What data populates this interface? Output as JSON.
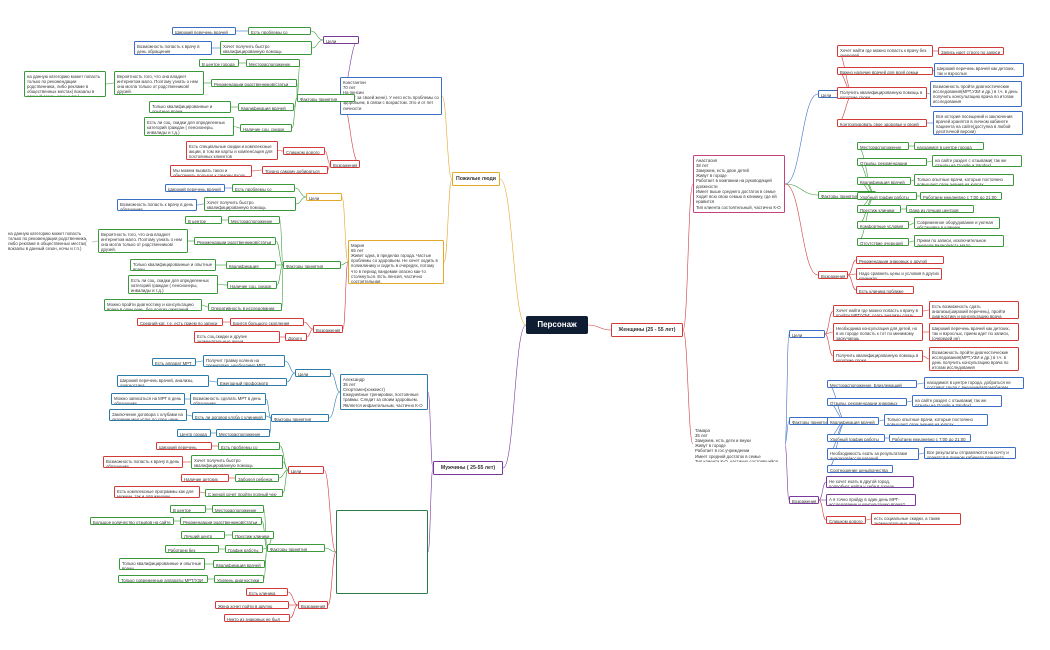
{
  "map": {
    "root": "Персонаж",
    "branches": {
      "elderly": "Пожилые люди",
      "men": "Мужчины ( 25-55 лет)",
      "women": "Женщины (25 - 55 лет)"
    },
    "category": {
      "goal": "Цели обращения",
      "factors": "Факторы принятия решения",
      "objections": "Возражения"
    },
    "konstantin": {
      "card": "Константин\n70 лет\nНа пенсии\nЖивет за своей жене). У него есть проблемы со здоровьем, в связи с возрастом. Это и от лет личности",
      "g1": "Есть проблемы со здоровьем",
      "g1a": "Широкий перечень врачей",
      "g2": "Хочет получить быстро квалифицированную помощь специалистов",
      "g2a": "Возможность попасть к врачу в день обращения",
      "f1": "Месторасположение",
      "f1a": "В центре города",
      "f2": "Рекомендации родственников/статьи",
      "f2a": "Вероятность того, что она владеет интернетом мало. Поэтому узнать о нем она могла только от родственников/друзей.",
      "f2b": "на данную категорию может попасть только по рекомендации родственника, либо рекламе в общественных местах( вокзалы в данный сезон, ночы и т.п.)",
      "f3": "Квалификация врачей",
      "f3a": "Только квалифицированные и опытные врачи",
      "f4": "Наличие соц. скидок",
      "f4a": "Есть ли соц. скидки для определенных категорий граждан ( пенсионеры, инвалиды и т.д.)",
      "o1": "Слишком дорого",
      "o1a": "Есть специальные скидки и комплексные акции, в том же карты и компенсация для постоянных клиентов",
      "o2": "Трудно самому добираться",
      "o2a": "Мы можем вызвать такси и обеспечить подъезд к самому входу"
    },
    "maria": {
      "card": "Мария\n65 лет\nЖивет одна, в пределах города. Частые проблемы со здоровьем. Не хочет ходить в поликлинику и сидеть в очередях, потому что в период пандемии опасно как-то столкнуться. Есть пенсия, частично состоятельная.",
      "g1": "Есть проблемы со здоровьем",
      "g1a": "Широкий перечень врачей",
      "g2": "Хочет получить быстро квалифицированную помощь специалистов",
      "g2a": "Возможность попасть к врачу в день обращения",
      "f1": "Месторасположение",
      "f1a": "В центре города",
      "f2": "Рекомендации родственников/статьи",
      "f2a": "Вероятность того, что она владеет интернетом мало. Поэтому узнать о нем она могла только от родственников/друзей.",
      "f2b": "на данную категорию может попасть только по рекомендации родственника, либо рекламе в общественных местах( вокзалы в данный сезон, ночы и т.п.)",
      "f3": "Квалификация врачей",
      "f3a": "Только квалифицированные и опытные врачи",
      "f4": "Наличие соц. скидок",
      "f4a": "Есть ли соц. скидки для определенных категорий граждан ( пенсионеры, инвалиды и т.д.)",
      "f5": "Оперативность в исследовании",
      "f5a": "Можно пройти диагностику и консультацию врача в один день, без долгих ожиданий",
      "o1": "Боится большого скопления людей",
      "o1a": "Средний кат. т.е. есть прием по записи",
      "o2": "Дорого",
      "o2a": "Есть соц.скидки и другие знаменательные акции"
    },
    "alexander": {
      "card": "Александр\n35 лет\nСпортсмен(хоккеист)\nЕжедневные тренировки, постоянные травмы. Следит за своим здоровьем. Является инфантильным, частично К-О типом",
      "g1": "Получит травму колена на тренировке, необходимо МРТ",
      "g1a": "Есть аппарат МРТ",
      "g2": "Ежегодный профосмотр",
      "g2a": "Широкий перечень врачей, анализы, диагностика",
      "f1": "Возможность сделать МРТ в день обращения",
      "f1a": "Можно записаться на МРТ в день обращения",
      "f2": "Есть ли договор клуба с клиникой",
      "f2a": "Заключение договора с клубами на оказание мед.услуг по спец.цене",
      "f3": "Месторасположение",
      "f3a": "Центр города"
    },
    "man2": {
      "g1": "Есть проблемы со здоровьем",
      "g1a": "Широкий перечень врачей",
      "g2": "Хочет получить быстро квалифицированную помощь специалистов",
      "g2a": "Возможность попасть к врачу в день обращения",
      "g3": "Заболел ребенок",
      "g3a": "Наличие детских врачей",
      "g4": "С женой хочет пройти полный чек-ап",
      "g4a": "Есть комплексные программы как для мужчин, так и для женщин",
      "f1": "Месторасположение",
      "f1a": "В центре города",
      "f2": "Рекомендации родственников/статьи",
      "f2a": "Большое количество отзывов на сайте",
      "f3": "Престиж клиники",
      "f3a": "Лучший центр города",
      "f4": "График работы",
      "f4a": "Работаем без выходных",
      "f5": "Квалификация врачей",
      "f5a": "Только квалифицированные и опытные врачи",
      "f6": "Уровень диагностики",
      "f6a": "Только современные аппараты МРТ/УЗИ",
      "o1": "Есть клиника ближе",
      "o2": "Жена хочет пойти в другую клинику",
      "o3": "Никто из знакомых не был тут"
    },
    "anastasia": {
      "card": "Анастасия\n38 лет\nЗамужем, есть двое детей\nЖивут в городе\nРаботает в компании на руководящей должности\nИмеет выше среднего достаток в семье\nХодит всю свою семью в клинику, где ей нравится\nТип клиента состоятельный, частично К-О",
      "g1": "Хочет найти где можно попасть к врачу без очередей",
      "g1a": "Запись идет строго по записи",
      "g2": "Важно наличие врачей для всей семьи",
      "g2a": "Широкий перечень врачей как детских, так и взрослых",
      "g3": "Получить квалифицированную помощь в короткие сроки",
      "g3a": "Возможность пройти диагностические исследования(МРТ,УЗИ и др.) в т.ч. в день получить консультацию врача по итогам исследования",
      "g4": "Контролировать свое здоровье и своей семьи",
      "g4a": "Вся история посещений и заключения врачей хранятся в личном кабинете пациента на сайте(доступна в любой десятичной версии)",
      "f1": "Месторасположение",
      "f1a": "находимся в центре города",
      "f2": "Отзывы, рекомендации знакомых",
      "f2a": "на сайте раздел с отзывами( так же отзывы на Google и Yandex)",
      "f3": "Квалификация врачей",
      "f3a": "Только опытные врачи, которые постоянно повышают свои знания на курсах",
      "f4": "Удобный график работы",
      "f4a": "Работаем ежедневно с 7:00 до 21:00",
      "f5": "Престиж клиники",
      "f5a": "Одна из лучших центров города",
      "f6": "Комфортные условия",
      "f6a": "Современное оборудование и уютная обстановка в клинике",
      "f7": "Отсутствие очередей",
      "f7a": "Прием по записи, исключительное очереди видео/часть мало",
      "o1": "Рекомендации знакомых о другой клинике",
      "o2": "Надо сравнить цены и условия в других клиниках",
      "o3": "Есть клиника поближе"
    },
    "tamara": {
      "card": "Тамара\n35 лет\nЗамужем, есть дети и внуки\nЖивут в городе\nРаботает в гос.учреждении\nИмеет средний достаток в семье\nТип клиента К-О, частично состоявшийся",
      "g1": "Хочет найти где можно попасть к врачу в пройти МРТ/УЗИ, сдать анализы сразу",
      "g1a": "Есть возможность сдать анализы(широкий перечень), пройти диагностику и консультацию врача",
      "g2": "Необходима консультация для детей, но в их городе попасть к тот по минимому заскучаешь",
      "g2a": "Широкий перечень врачей как детских, так и взрослых, прием идет по записи, (очередей не)",
      "g3": "Получить квалифицированную помощь в короткие сроки",
      "g3a": "Возможность пройти диагностические исследования(МРТ,УЗИ и др.) в т.ч. в день получить консультацию врача по итогам исследования",
      "f1": "Месторасположение. Близлежащий город",
      "f1a": "находимся в центре города, добраться не составит труда с внешним/автомобилем",
      "f2": "Отзывы, рекомендации знакомых",
      "f2a": "на сайте раздел с отзывами( так же отзывы на Google и Yandex)",
      "f3": "Квалификация врачей",
      "f3a": "Только опытные врачи, которые постоянно повышают свои знания на курсах",
      "f4": "Удобный график работы",
      "f4a": "Работаем ежедневно с 7:00 до 21:00",
      "f5": "Необходимость ехать за результатами анализов/исследований",
      "f5a": "Все результаты отправляются на почту и хранятся в личном кабинете пациента",
      "f6": "Соотношение цены/качества",
      "o1": "Не хочет ехать в другой город, попробует найти у себя в городе",
      "o2": "А я точно пройду в один день МРТ-исследование и консультацию врача?",
      "o3": "Слишком дорого",
      "o3a": "есть социальные скидки, а также знаменательные акции"
    }
  }
}
